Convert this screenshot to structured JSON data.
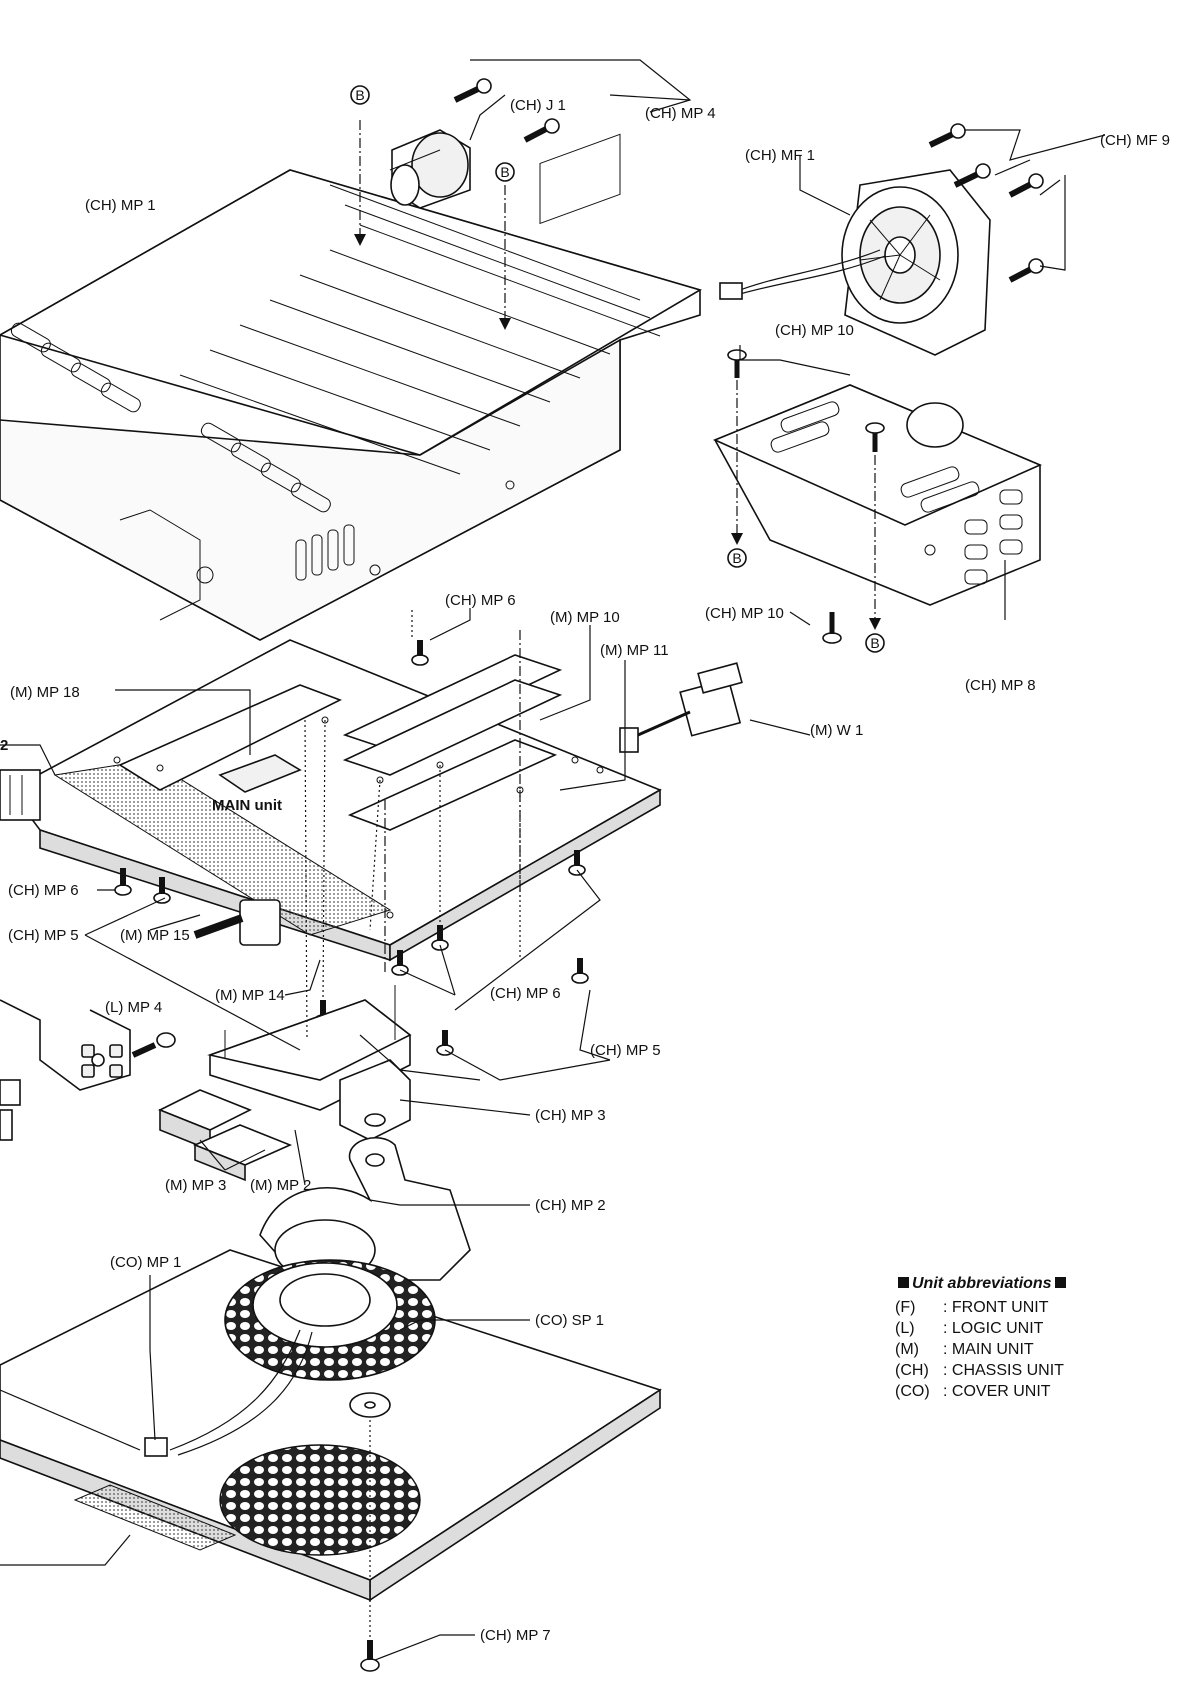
{
  "callouts": {
    "ch_mp1": "(CH) MP 1",
    "ch_j1": "(CH) J 1",
    "ch_mp4": "(CH) MP 4",
    "ch_mf1": "(CH) MF 1",
    "ch_mf9": "(CH) MF 9",
    "ch_mp10_top": "(CH) MP 10",
    "ch_mp10_bottom": "(CH) MP 10",
    "ch_mp8": "(CH) MP 8",
    "ch_mp6_top": "(CH) MP 6",
    "m_mp10": "(M) MP 10",
    "m_mp11": "(M) MP 11",
    "m_w1": "(M) W 1",
    "m_mp18": "(M) MP 18",
    "main_unit": "MAIN unit",
    "partial_2": "2",
    "ch_mp6_left": "(CH) MP 6",
    "ch_mp5_left": "(CH) MP 5",
    "m_mp15": "(M) MP 15",
    "m_mp14": "(M) MP 14",
    "ch_mp6_mid": "(CH) MP 6",
    "ch_mp5_right": "(CH) MP 5",
    "l_mp4": "(L) MP 4",
    "ch_mp3": "(CH) MP 3",
    "m_mp3": "(M) MP 3",
    "m_mp2": "(M) MP 2",
    "ch_mp2": "(CH) MP 2",
    "co_mp1": "(CO) MP 1",
    "co_sp1": "(CO) SP 1",
    "ch_mp7": "(CH) MP 7"
  },
  "markers": {
    "b1": "B",
    "b2": "B",
    "b3": "B",
    "b4": "B"
  },
  "legend": {
    "title": "Unit abbreviations",
    "items": [
      {
        "code": "(F)",
        "name": ": FRONT UNIT"
      },
      {
        "code": "(L)",
        "name": ": LOGIC UNIT"
      },
      {
        "code": "(M)",
        "name": ": MAIN UNIT"
      },
      {
        "code": "(CH)",
        "name": ": CHASSIS UNIT"
      },
      {
        "code": "(CO)",
        "name": ": COVER UNIT"
      }
    ]
  }
}
